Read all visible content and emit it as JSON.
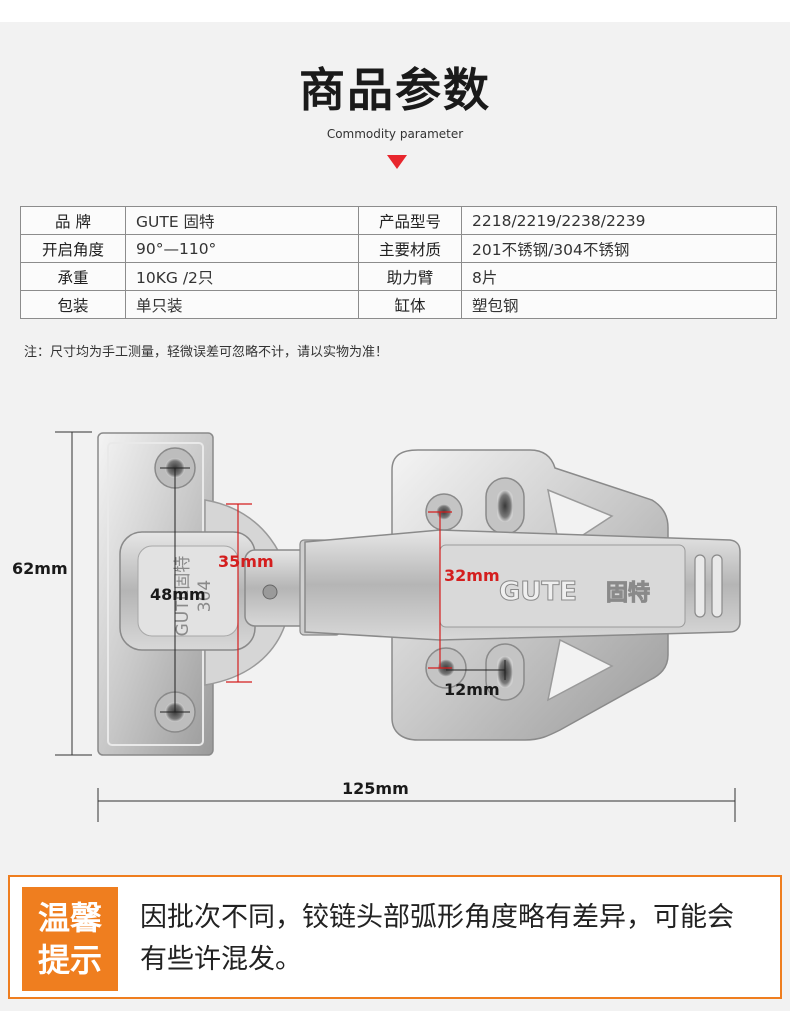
{
  "header": {
    "title": "商品参数",
    "subtitle": "Commodity parameter"
  },
  "params": [
    {
      "label": "品 牌",
      "value": "GUTE 固特",
      "label2": "产品型号",
      "value2": "2218/2219/2238/2239"
    },
    {
      "label": "开启角度",
      "value": "90°—110°",
      "label2": "主要材质",
      "value2": "201不锈钢/304不锈钢"
    },
    {
      "label": "承重",
      "value": "10KG /2只",
      "label2": "助力臂",
      "value2": "8片"
    },
    {
      "label": "包装",
      "value": "单只装",
      "label2": "缸体",
      "value2": "塑包钢"
    }
  ],
  "note": "注：尺寸均为手工测量，轻微误差可忽略不计，请以实物为准！",
  "dimensions": {
    "height": "62mm",
    "screw_spacing": "48mm",
    "cup_diameter": "35mm",
    "plate_height": "32mm",
    "plate_offset": "12mm",
    "total_length": "125mm"
  },
  "product_marks": {
    "brand": "GUTE",
    "brand_cn": "固特",
    "cup_stamp": "GUTE固特",
    "cup_stamp_code": "304"
  },
  "tip": {
    "badge_line1": "温馨",
    "badge_line2": "提示",
    "text": "因批次不同，铰链头部弧形角度略有差异，可能会有些许混发。"
  },
  "colors": {
    "accent_red": "#e8262d",
    "dimension_red": "#d41e1e",
    "tip_orange": "#ef7e1f"
  }
}
